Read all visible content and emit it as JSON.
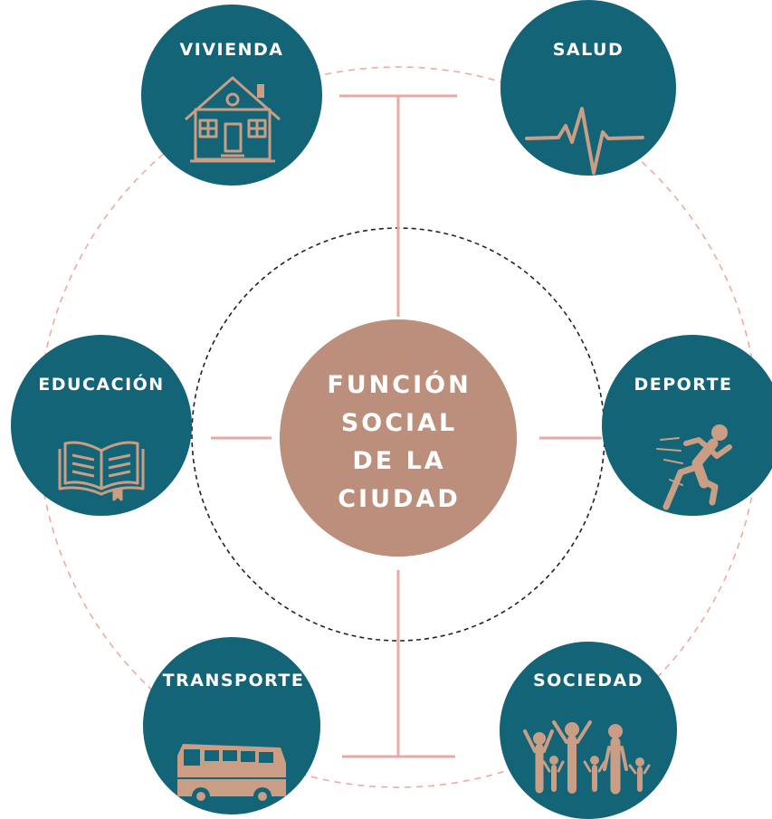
{
  "colors": {
    "node_fill": "#146478",
    "icon": "#c99e85",
    "center_fill": "#bb8f7b",
    "connector": "#e9a8a2",
    "outer_ring": "#f0a49c",
    "inner_ring": "#222222",
    "text": "#ffffff"
  },
  "center": {
    "lines": [
      "FUNCIÓN",
      "SOCIAL",
      "DE LA",
      "CIUDAD"
    ]
  },
  "nodes": {
    "vivienda": {
      "label": "VIVIENDA",
      "icon": "house-icon"
    },
    "salud": {
      "label": "SALUD",
      "icon": "heartbeat-icon"
    },
    "educacion": {
      "label": "EDUCACIÓN",
      "icon": "book-icon"
    },
    "deporte": {
      "label": "DEPORTE",
      "icon": "runner-icon"
    },
    "transporte": {
      "label": "TRANSPORTE",
      "icon": "bus-icon"
    },
    "sociedad": {
      "label": "SOCIEDAD",
      "icon": "family-icon"
    }
  }
}
